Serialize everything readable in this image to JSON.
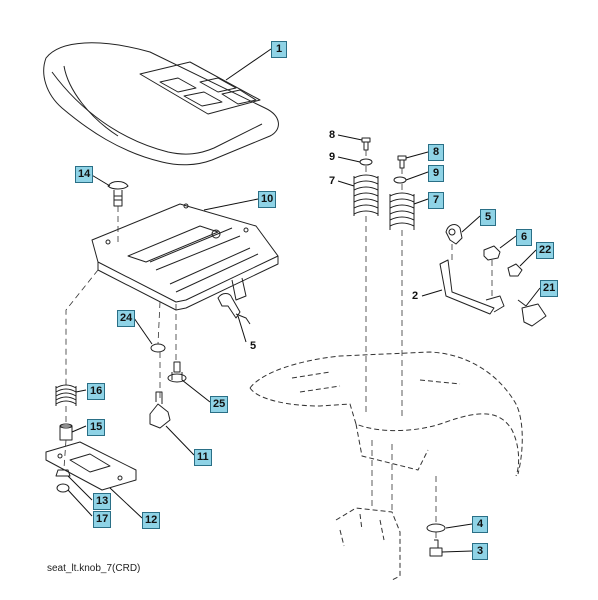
{
  "caption": "seat_lt.knob_7(CRD)",
  "callouts": {
    "c1": "1",
    "c10": "10",
    "c14": "14",
    "c24": "24",
    "c5a": "5",
    "c25": "25",
    "c16": "16",
    "c15": "15",
    "c11": "11",
    "c13": "13",
    "c17": "17",
    "c12": "12",
    "c8a": "8",
    "c9a": "9",
    "c7a": "7",
    "c8b": "8",
    "c9b": "9",
    "c7b": "7",
    "c5b": "5",
    "c6": "6",
    "c22": "22",
    "c2": "2",
    "c21": "21",
    "c4": "4",
    "c3": "3"
  }
}
